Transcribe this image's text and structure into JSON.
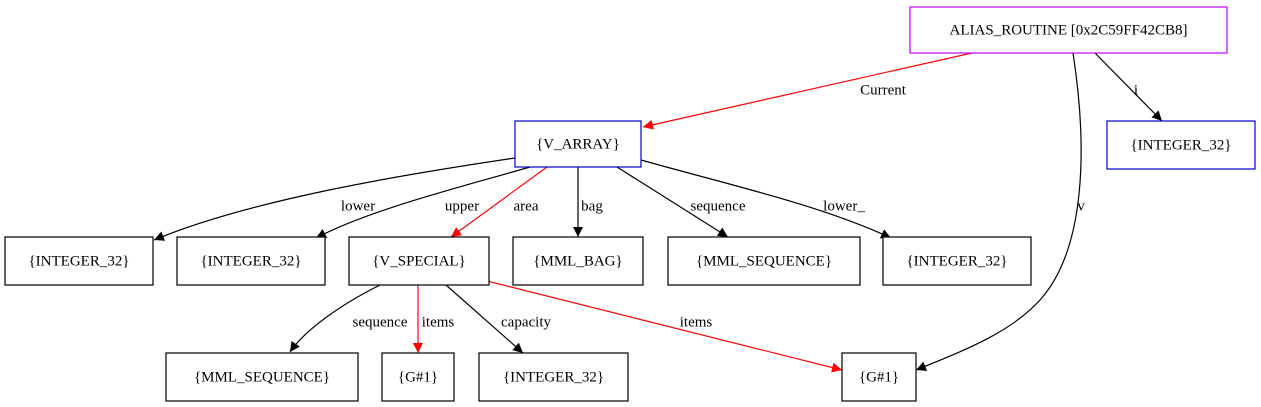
{
  "diagram": {
    "colors": {
      "default_stroke": "#000000",
      "highlight_stroke": "#ff0000",
      "root_stroke": "#c000ff",
      "typed_stroke": "#0000cc"
    },
    "nodes": [
      {
        "id": "alias_routine",
        "label": "ALIAS_ROUTINE [0x2C59FF42CB8]",
        "color": "#c000ff"
      },
      {
        "id": "v_array",
        "label": "{V_ARRAY}",
        "color": "#0000cc"
      },
      {
        "id": "integer_i",
        "label": "{INTEGER_32}",
        "color": "#0000cc"
      },
      {
        "id": "integer_lower",
        "label": "{INTEGER_32}",
        "color": "#000000"
      },
      {
        "id": "integer_upper",
        "label": "{INTEGER_32}",
        "color": "#000000"
      },
      {
        "id": "v_special",
        "label": "{V_SPECIAL}",
        "color": "#000000"
      },
      {
        "id": "mml_bag",
        "label": "{MML_BAG}",
        "color": "#000000"
      },
      {
        "id": "mml_sequence_1",
        "label": "{MML_SEQUENCE}",
        "color": "#000000"
      },
      {
        "id": "integer_lower_",
        "label": "{INTEGER_32}",
        "color": "#000000"
      },
      {
        "id": "mml_sequence_2",
        "label": "{MML_SEQUENCE}",
        "color": "#000000"
      },
      {
        "id": "g1_a",
        "label": "{G#1}",
        "color": "#000000"
      },
      {
        "id": "integer_capacity",
        "label": "{INTEGER_32}",
        "color": "#000000"
      },
      {
        "id": "g1_b",
        "label": "{G#1}",
        "color": "#000000"
      }
    ],
    "edges": [
      {
        "id": "e_current",
        "from": "alias_routine",
        "to": "v_array",
        "label": "Current",
        "color": "#ff0000"
      },
      {
        "id": "e_i",
        "from": "alias_routine",
        "to": "integer_i",
        "label": "i",
        "color": "#000000"
      },
      {
        "id": "e_v",
        "from": "alias_routine",
        "to": "g1_b",
        "label": "v",
        "color": "#000000"
      },
      {
        "id": "e_lower",
        "from": "v_array",
        "to": "integer_lower",
        "label": "lower",
        "color": "#000000"
      },
      {
        "id": "e_upper",
        "from": "v_array",
        "to": "integer_upper",
        "label": "upper",
        "color": "#000000"
      },
      {
        "id": "e_area",
        "from": "v_array",
        "to": "v_special",
        "label": "area",
        "color": "#ff0000"
      },
      {
        "id": "e_bag",
        "from": "v_array",
        "to": "mml_bag",
        "label": "bag",
        "color": "#000000"
      },
      {
        "id": "e_sequence",
        "from": "v_array",
        "to": "mml_sequence_1",
        "label": "sequence",
        "color": "#000000"
      },
      {
        "id": "e_lower_",
        "from": "v_array",
        "to": "integer_lower_",
        "label": "lower_",
        "color": "#000000"
      },
      {
        "id": "e_sp_sequence",
        "from": "v_special",
        "to": "mml_sequence_2",
        "label": "sequence",
        "color": "#000000"
      },
      {
        "id": "e_sp_items",
        "from": "v_special",
        "to": "g1_a",
        "label": "items",
        "color": "#ff0000"
      },
      {
        "id": "e_sp_capacity",
        "from": "v_special",
        "to": "integer_capacity",
        "label": "capacity",
        "color": "#000000"
      },
      {
        "id": "e_sp_items2",
        "from": "v_special",
        "to": "g1_b",
        "label": "items",
        "color": "#ff0000"
      }
    ]
  }
}
